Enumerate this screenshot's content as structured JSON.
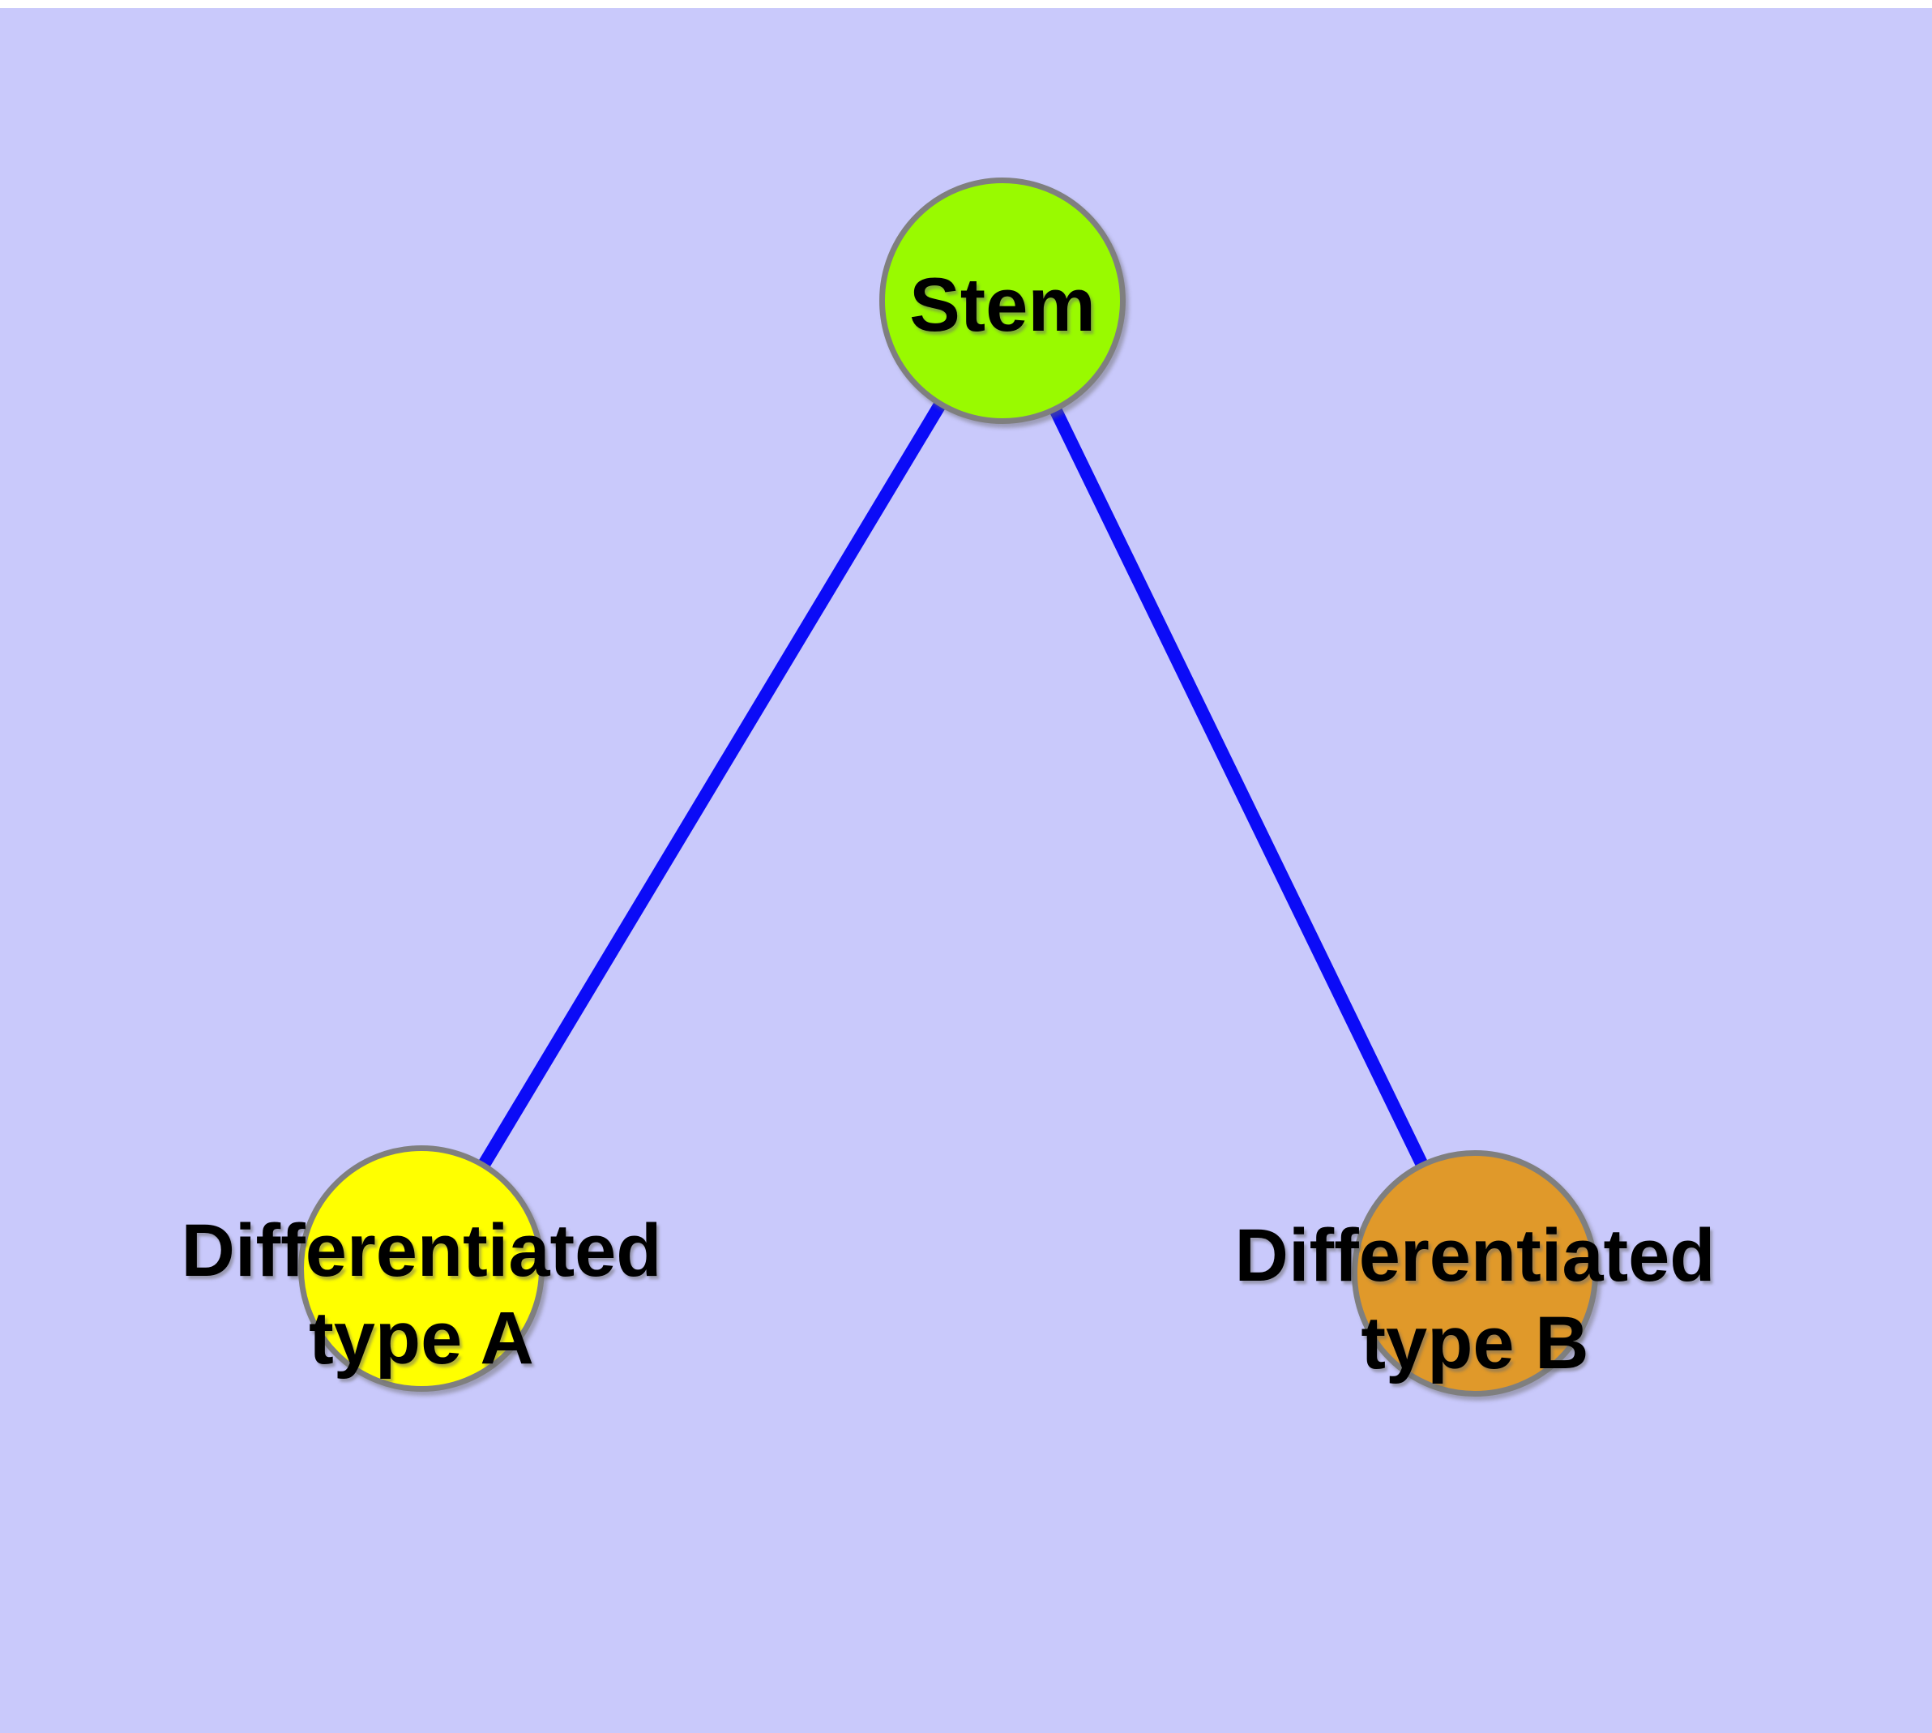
{
  "canvas": {
    "background": "#c9c9fb",
    "top_strip_color": "#ffffff"
  },
  "nodes": [
    {
      "id": "stem",
      "label": "Stem",
      "fill": "#99fa00",
      "border": "#7f7f7f",
      "label_color": "#000000"
    },
    {
      "id": "differentiated-type-a",
      "label": "Differentiated\ntype A",
      "fill": "#ffff00",
      "border": "#7f7f7f",
      "label_color": "#000000"
    },
    {
      "id": "differentiated-type-b",
      "label": "Differentiated\ntype B",
      "fill": "#e0992a",
      "border": "#7f7f7f",
      "label_color": "#000000"
    }
  ],
  "edges": {
    "color": "#0b0bf7",
    "list": [
      {
        "from": "stem",
        "to": "differentiated-type-a"
      },
      {
        "from": "stem",
        "to": "differentiated-type-b"
      }
    ]
  }
}
